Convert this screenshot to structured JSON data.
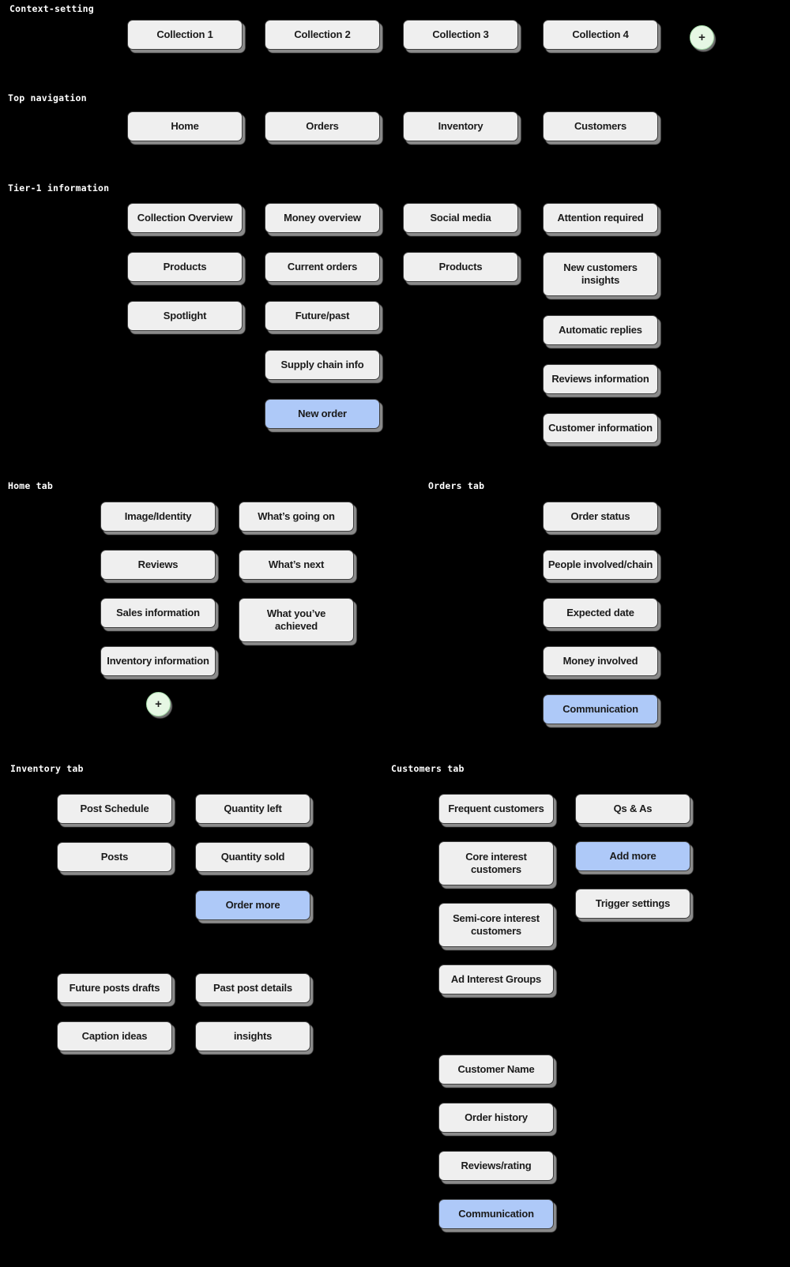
{
  "colors": {
    "background": "#000000",
    "card_bg": "#efefef",
    "card_border": "#3e3e3e",
    "card_shadow": "#8b8b8b",
    "highlight_blue": "#aec9f8",
    "add_green_bg": "#e6f7e4",
    "add_green_border": "#a5dba8",
    "section_label_text": "#ffffff",
    "card_text": "#1b1b1b"
  },
  "sections": {
    "context": {
      "label": "Context-setting",
      "items": [
        "Collection 1",
        "Collection 2",
        "Collection 3",
        "Collection 4"
      ],
      "add_label": "+"
    },
    "top_nav": {
      "label": "Top navigation",
      "items": [
        "Home",
        "Orders",
        "Inventory",
        "Customers"
      ]
    },
    "tier1": {
      "label": "Tier-1 information",
      "col1": [
        "Collection Overview",
        "Products",
        "Spotlight"
      ],
      "col2": [
        "Money overview",
        "Current orders",
        "Future/past",
        "Supply chain info",
        "New order"
      ],
      "col3": [
        "Social media",
        "Products"
      ],
      "col4": [
        "Attention required",
        "New customers insights",
        "Automatic replies",
        "Reviews information",
        "Customer information"
      ]
    },
    "home_tab": {
      "label": "Home tab",
      "col1": [
        "Image/Identity",
        "Reviews",
        "Sales information",
        "Inventory information"
      ],
      "col2": [
        "What’s going on",
        "What’s next",
        "What you’ve achieved"
      ],
      "add_label": "+"
    },
    "orders_tab": {
      "label": "Orders tab",
      "items": [
        "Order status",
        "People involved/chain",
        "Expected date",
        "Money involved",
        "Communication"
      ]
    },
    "inventory_tab": {
      "label": "Inventory tab",
      "col1_top": [
        "Post Schedule",
        "Posts"
      ],
      "col2_top": [
        "Quantity left",
        "Quantity sold",
        "Order more"
      ],
      "col1_bottom": [
        "Future posts drafts",
        "Caption ideas"
      ],
      "col2_bottom": [
        "Past post details",
        "insights"
      ]
    },
    "customers_tab": {
      "label": "Customers tab",
      "col1_top": [
        "Frequent customers",
        "Core interest customers",
        "Semi-core interest customers",
        "Ad Interest Groups"
      ],
      "col1_bottom": [
        "Customer Name",
        "Order history",
        "Reviews/rating",
        "Communication"
      ],
      "col2": [
        "Qs & As",
        "Add more",
        "Trigger settings"
      ]
    }
  }
}
